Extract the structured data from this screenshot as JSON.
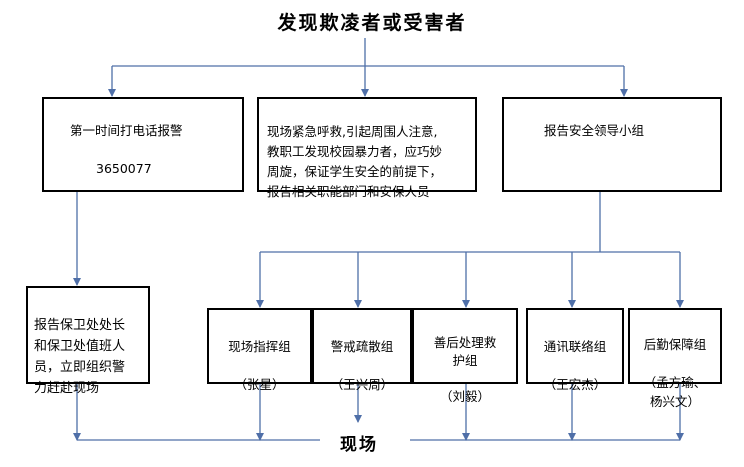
{
  "title": "发现欺凌者或受害者",
  "colors": {
    "line": "#4f6fa8",
    "border": "#000000"
  },
  "top_boxes": {
    "call_police": {
      "line1": "第一时间打电话报警",
      "line2": "3650077"
    },
    "on_site": "现场紧急呼救,引起周围人注意,\n教职工发现校园暴力者，应巧妙\n周旋，保证学生安全的前提下，\n报告相关职能部门和安保人员",
    "report_leaders": "报告安全领导小组"
  },
  "security_box": "报告保卫处处长\n和保卫处值班人\n员，立即组织警\n力赶赴现场",
  "groups": [
    {
      "name": "现场指挥组",
      "members": "（张星）"
    },
    {
      "name": "警戒疏散组",
      "members": "（王兴周）"
    },
    {
      "name": "善后处理救\n护组",
      "members": "（刘毅）"
    },
    {
      "name": "通讯联络组",
      "members": "（王宏杰）"
    },
    {
      "name": "后勤保障组",
      "members": "（孟方瑜、\n杨兴文）"
    }
  ],
  "bottom": "现场"
}
